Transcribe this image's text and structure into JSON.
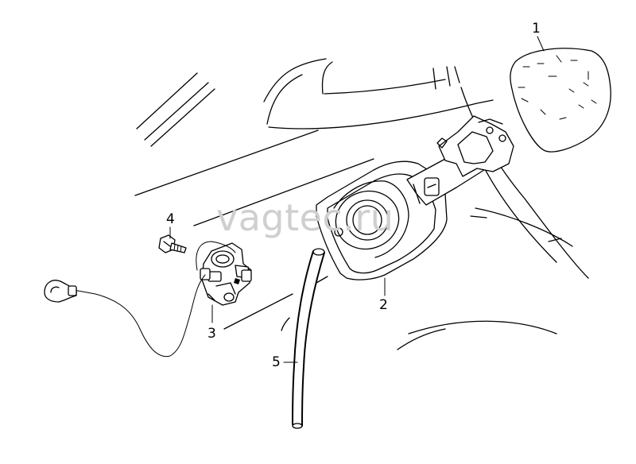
{
  "watermark": "vagtec.ru",
  "callouts": [
    {
      "id": "1",
      "label": "1"
    },
    {
      "id": "2",
      "label": "2"
    },
    {
      "id": "3",
      "label": "3"
    },
    {
      "id": "4",
      "label": "4"
    },
    {
      "id": "5",
      "label": "5"
    }
  ]
}
